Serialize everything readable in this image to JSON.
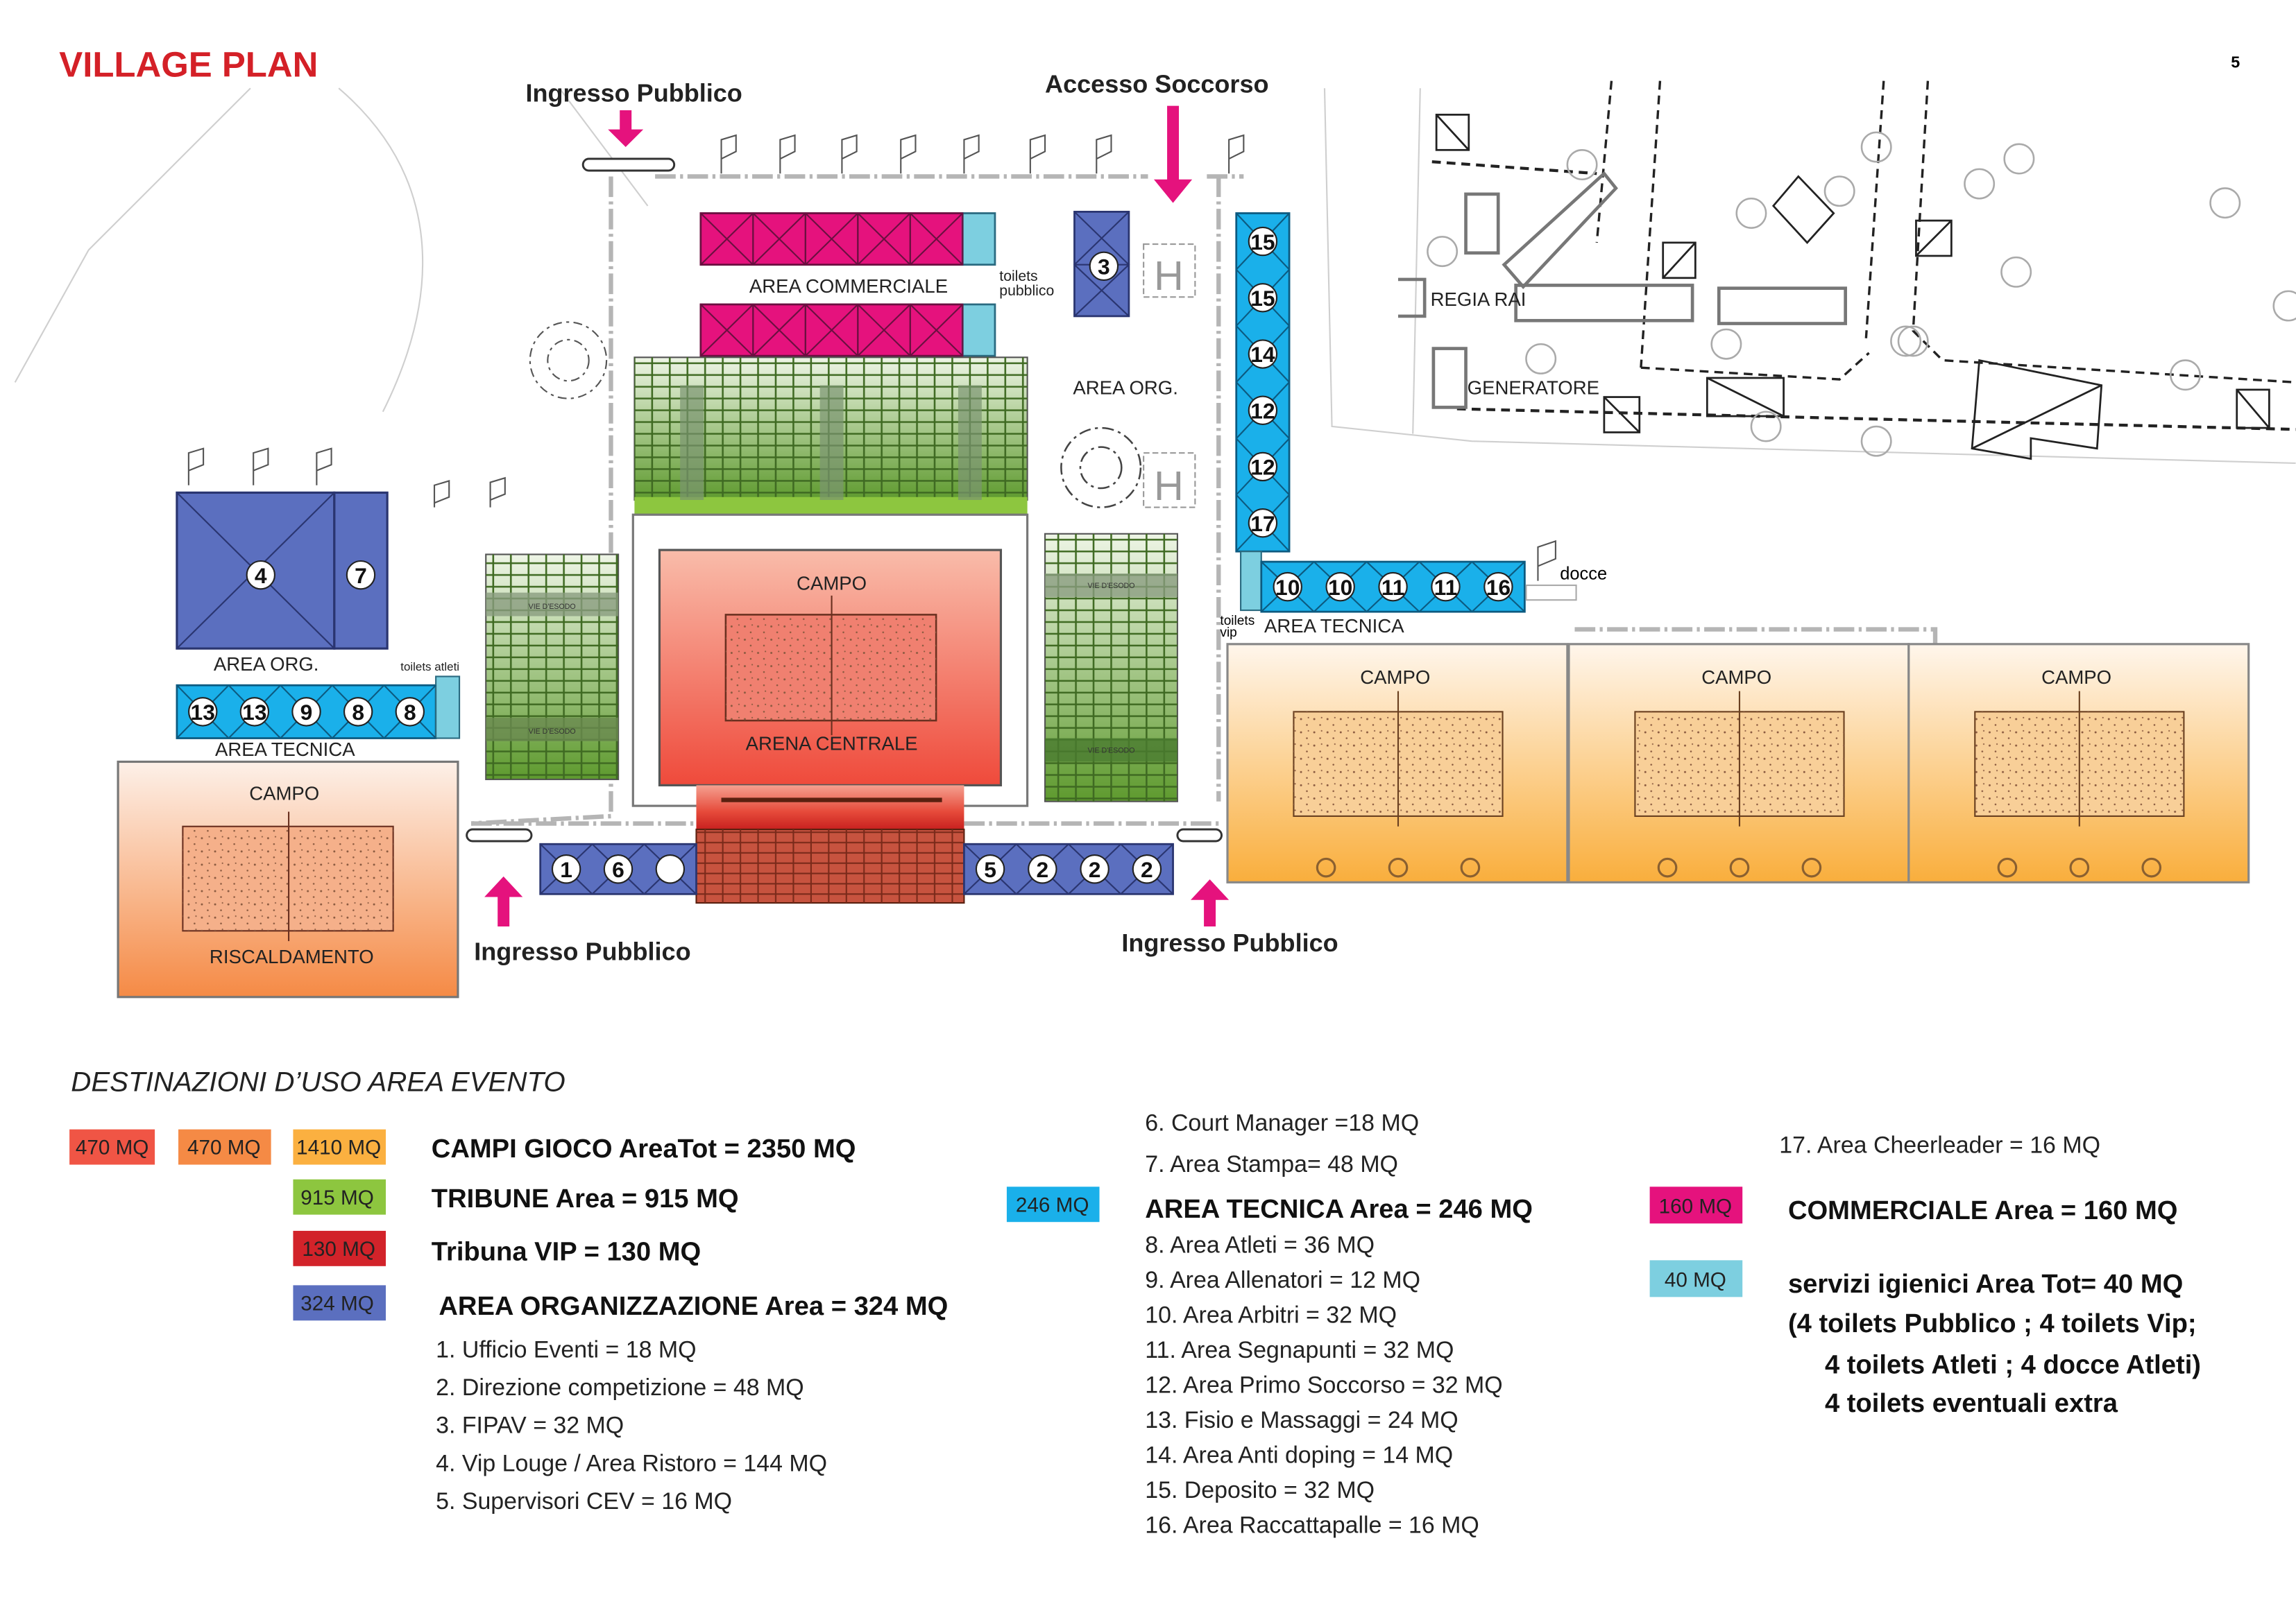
{
  "title": "VILLAGE PLAN",
  "page_number": "5",
  "colors": {
    "title": "#d42027",
    "arrow": "#e5127d",
    "campo_red": "#f05545",
    "campo_orange": "#f58a45",
    "campo_yellow": "#fbb040",
    "tribune": "#8dc63f",
    "vip": "#d2232a",
    "org": "#5b6fbf",
    "tecnica": "#1ab0ea",
    "commerciale": "#e5127d",
    "servizi": "#7dcfe0"
  },
  "map": {
    "ingresso_top": "Ingresso Pubblico",
    "accesso_soccorso": "Accesso Soccorso",
    "ingresso_bottom_left": "Ingresso Pubblico",
    "ingresso_bottom_right": "Ingresso Pubblico",
    "area_commerciale": "AREA COMMERCIALE",
    "toilets_pubblico": [
      "toilets",
      "pubblico"
    ],
    "area_org_center": "AREA ORG.",
    "area_org_left": "AREA ORG.",
    "toilets_atleti": "toilets atleti",
    "area_tecnica_left": "AREA TECNICA",
    "area_tecnica_right": "AREA TECNICA",
    "toilets_vip": [
      "toilets",
      "vip"
    ],
    "docce": "docce",
    "vie_esodo": "VIE D'ESODO",
    "campo": "CAMPO",
    "arena_centrale": "ARENA CENTRALE",
    "riscaldamento": "RISCALDAMENTO",
    "regia_rai": "REGIA RAI",
    "generatore": "GENERATORE",
    "heli": "H",
    "bays": {
      "fipav": [
        "3"
      ],
      "right_strip": [
        "15",
        "15",
        "14",
        "12",
        "12",
        "17"
      ],
      "org_left": [
        "4",
        "7"
      ],
      "tecnica_left": [
        "13",
        "13",
        "9",
        "8",
        "8"
      ],
      "tecnica_right": [
        "10",
        "10",
        "11",
        "11",
        "16"
      ],
      "bottom_left": [
        "1",
        "6"
      ],
      "bottom_right": [
        "5",
        "2",
        "2",
        "2"
      ]
    }
  },
  "legend": {
    "heading": "DESTINAZIONI D’USO AREA EVENTO",
    "swatches": {
      "campo1": "470 MQ",
      "campo2": "470 MQ",
      "campo3": "1410 MQ",
      "tribune": "915 MQ",
      "vip": "130 MQ",
      "org": "324 MQ",
      "tecnica": "246 MQ",
      "commerciale": "160 MQ",
      "servizi": "40 MQ"
    },
    "campi": "CAMPI  GIOCO  AreaTot =  2350 MQ",
    "tribune": "TRIBUNE  Area = 915 MQ",
    "vip": "Tribuna VIP =  130 MQ",
    "org": "AREA ORGANIZZAZIONE  Area =  324 MQ",
    "org_items": [
      "1. Ufficio Eventi = 18 MQ",
      "2. Direzione competizione = 48 MQ",
      "3. FIPAV = 32 MQ",
      "4. Vip Louge / Area Ristoro = 144 MQ",
      "5. Supervisori CEV = 16 MQ"
    ],
    "mid_items": [
      "6. Court Manager =18 MQ",
      "7. Area Stampa= 48 MQ"
    ],
    "tecnica": "AREA TECNICA  Area =  246 MQ",
    "tecnica_items": [
      "8. Area Atleti =  36 MQ",
      "9. Area Allenatori = 12 MQ",
      "10. Area Arbitri = 32 MQ",
      "11. Area Segnapunti = 32 MQ",
      "12. Area Primo Soccorso = 32 MQ",
      "13. Fisio e Massaggi = 24 MQ",
      "14. Area Anti doping = 14 MQ",
      "15. Deposito =  32 MQ",
      "16. Area Raccattapalle = 16 MQ"
    ],
    "item17": "17. Area Cheerleader = 16 MQ",
    "commerciale": "COMMERCIALE  Area =  160 MQ",
    "servizi": "servizi igienici  Area Tot=  40 MQ",
    "servizi_lines": [
      "(4 toilets Pubblico ; 4 toilets Vip;",
      "4 toilets Atleti ; 4 docce Atleti)",
      "4 toilets eventuali extra"
    ]
  }
}
